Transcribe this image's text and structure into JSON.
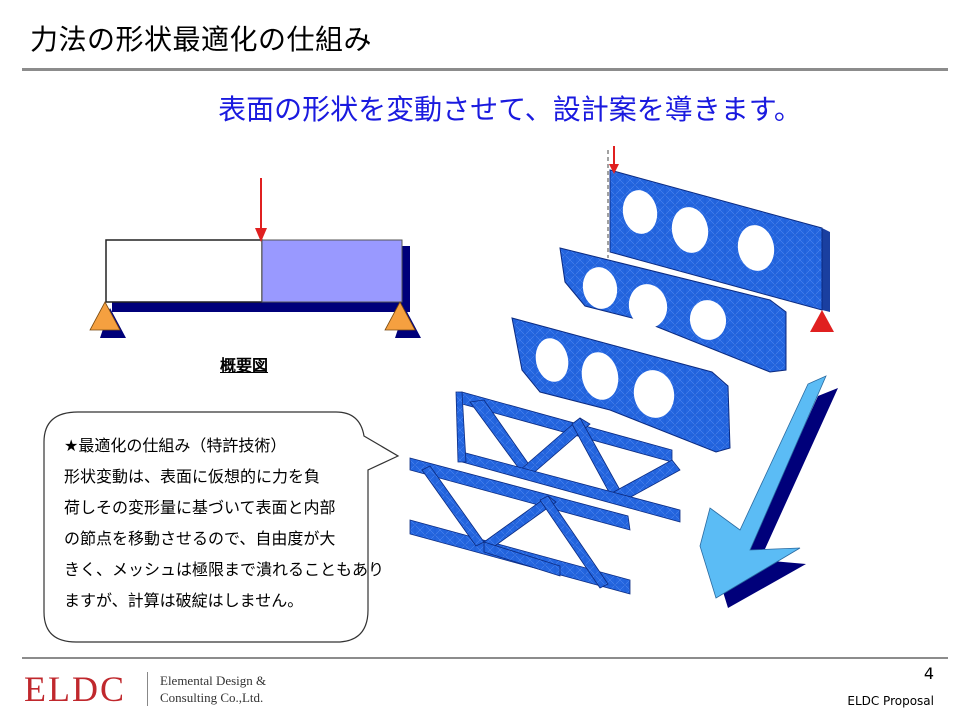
{
  "slide": {
    "title": "力法の形状最適化の仕組み",
    "subtitle": "表面の形状を変動させて、設計案を導きます。",
    "caption": "概要図",
    "bubble_lines": [
      "★最適化の仕組み（特許技術）",
      "形状変動は、表面に仮想的に力を負",
      "荷しその変形量に基づいて表面と内部",
      "の節点を移動させるので、自由度が大",
      "きく、メッシュは極限まで潰れることもあり",
      "ますが、計算は破綻はしません。"
    ]
  },
  "footer": {
    "logo": "ELDC",
    "company_line1": "Elemental Design &",
    "company_line2": "Consulting Co.,Ltd.",
    "page_number": "4",
    "doc_label": "ELDC Proposal"
  },
  "colors": {
    "title_rule": "#8c8c8c",
    "subtitle": "#1a1adf",
    "load_arrow": "#e02020",
    "beam_fill": "#9999ff",
    "beam_shadow": "#00007a",
    "support": "#f5a040",
    "mesh": "#2466e0",
    "big_arrow": "#5bbcf5",
    "logo": "#c0282d"
  },
  "icons": [
    "load-arrow-icon",
    "support-triangle-icon",
    "big-down-arrow-icon"
  ]
}
